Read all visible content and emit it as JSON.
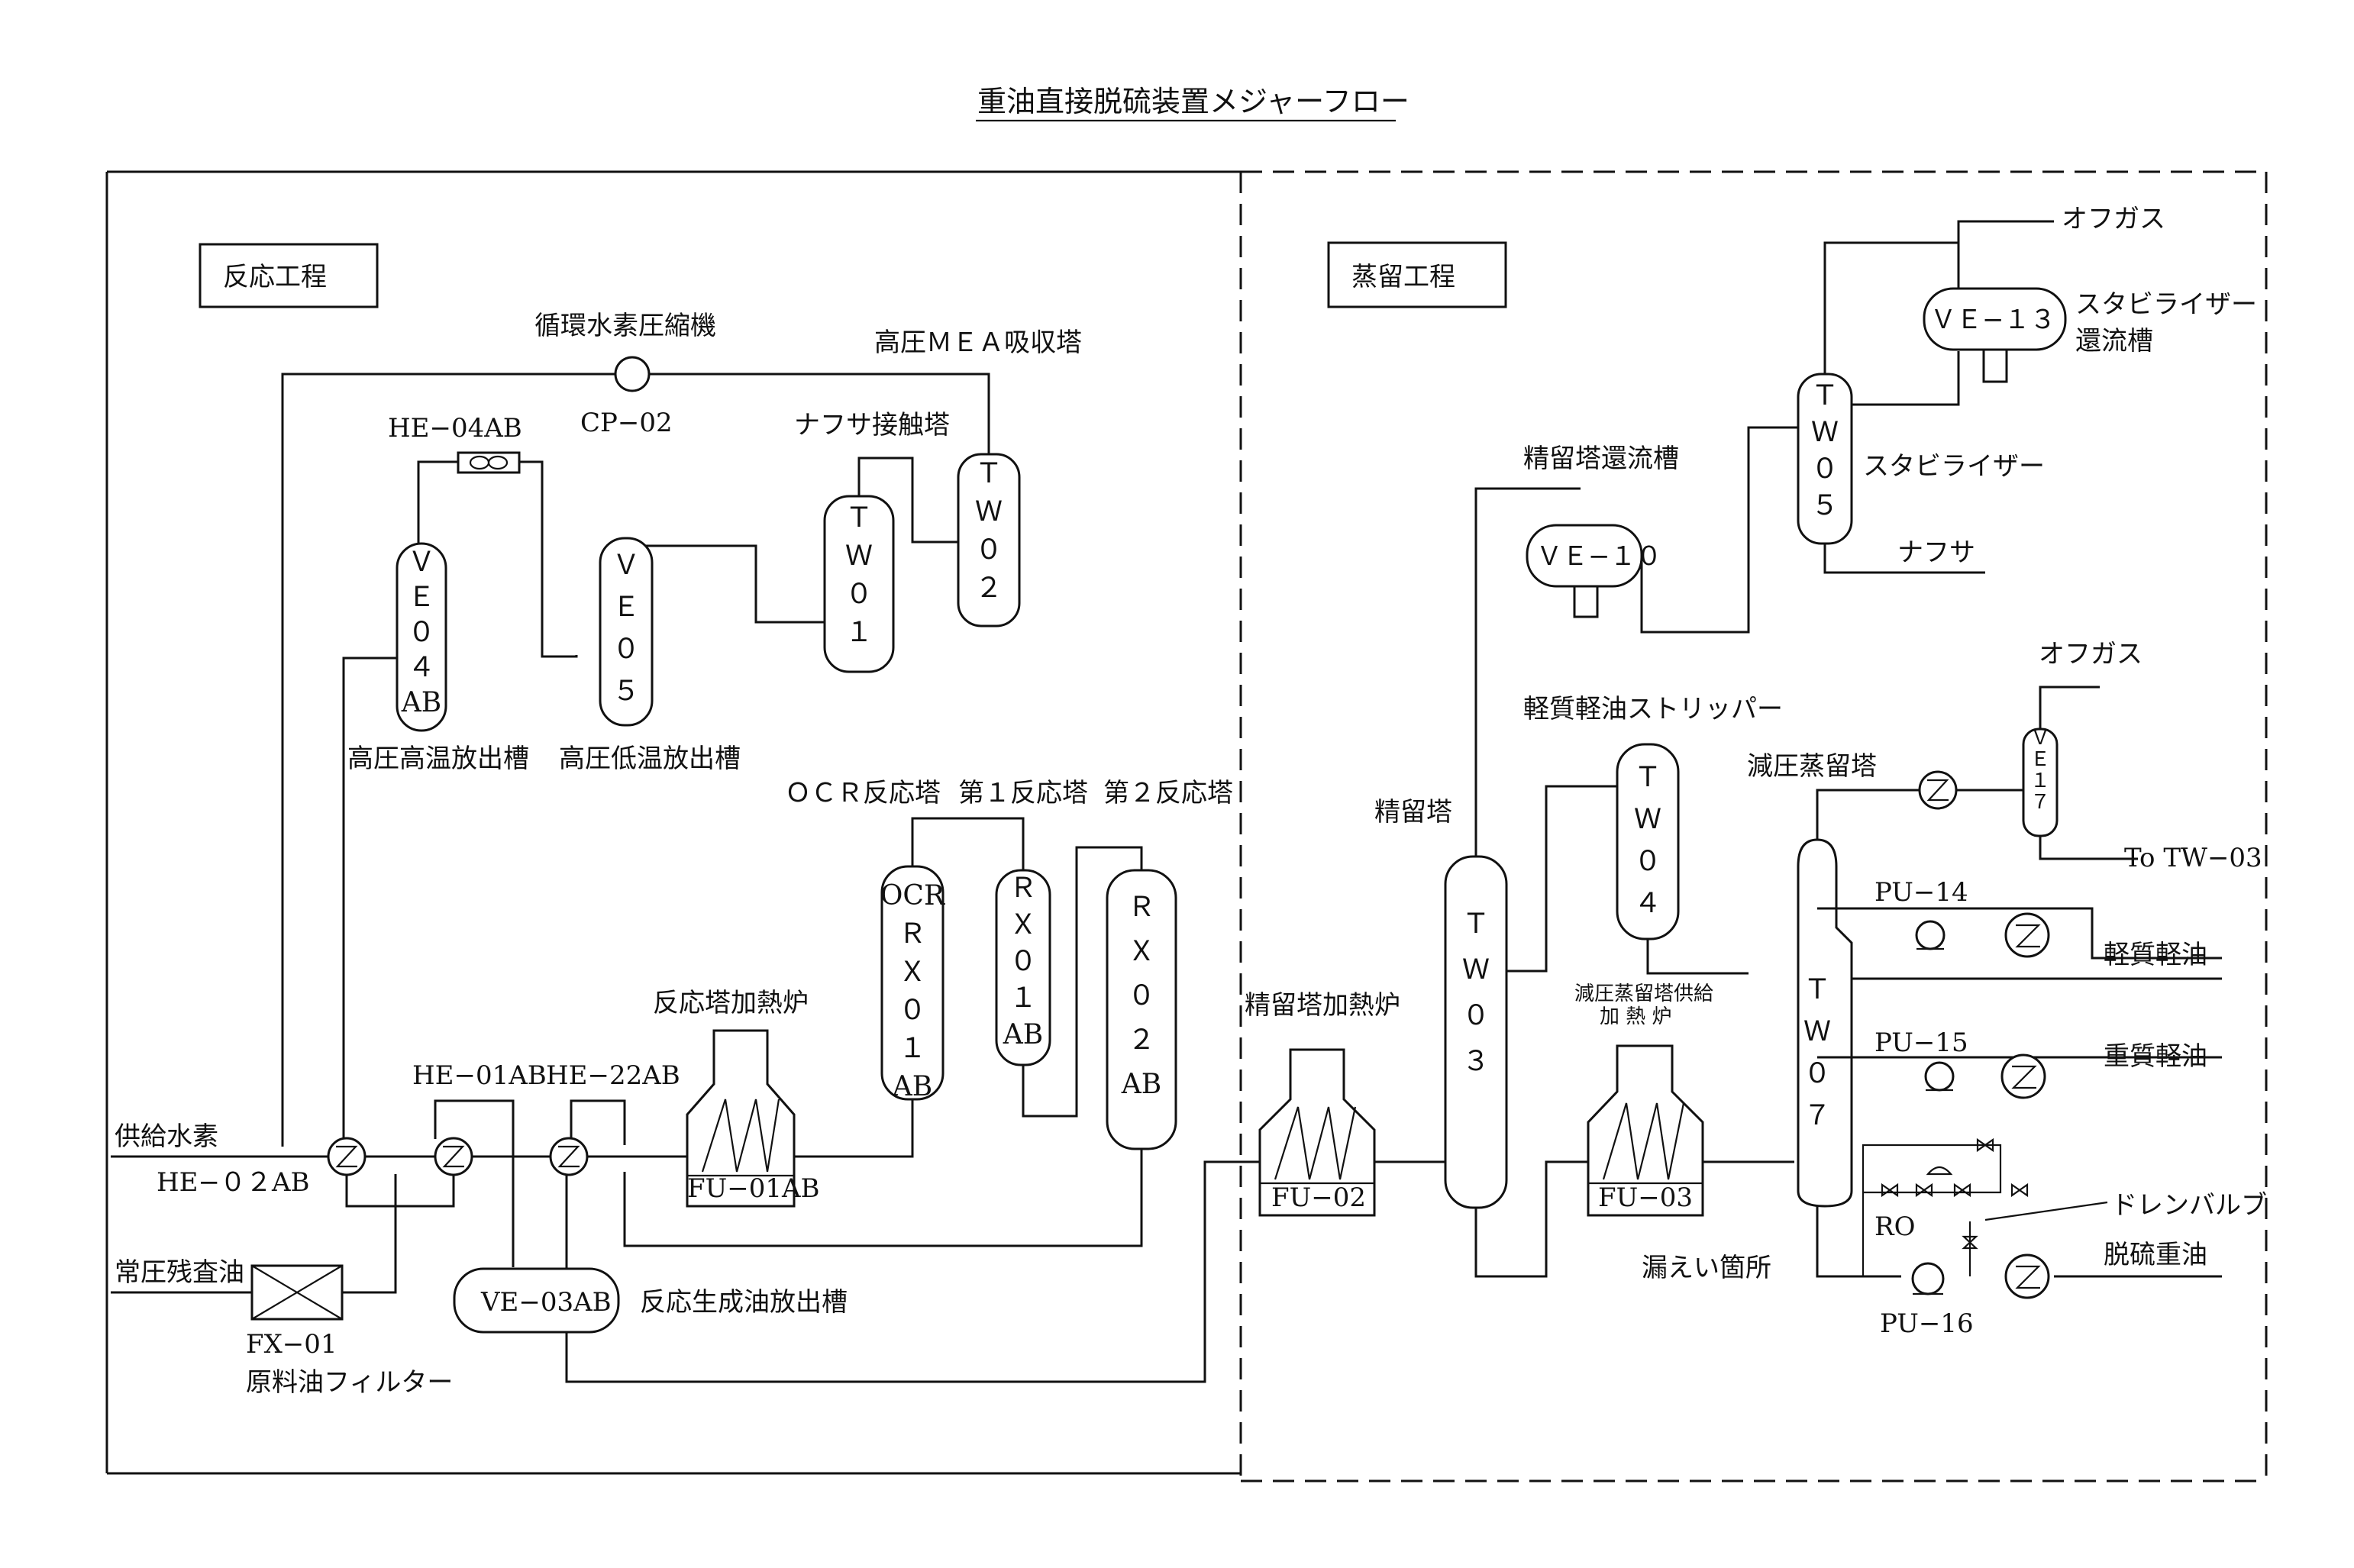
{
  "title": "重油直接脱硫装置メジャーフロー",
  "sections": {
    "reaction": "反応工程",
    "distillation": "蒸留工程"
  },
  "labels": {
    "cp02_name": "循環水素圧縮機",
    "cp02_tag": "CP−02",
    "he04_tag": "HE−04AB",
    "mea_name": "高圧ＭＥＡ吸収塔",
    "naphtha_contact": "ナフサ接触塔",
    "ve04_name": "高圧高温放出槽",
    "ve05_name": "高圧低温放出槽",
    "ocr_name": "ＯＣＲ反応塔",
    "rx1_name": "第１反応塔",
    "rx2_name": "第２反応塔",
    "reactor_heater": "反応塔加熱炉",
    "he01_tag": "HE−01AB",
    "he22_tag": "HE−22AB",
    "supply_h2": "供給水素",
    "he02_tag": "HE−０２AB",
    "atm_residue": "常圧残査油",
    "fx01_tag": "FX−01",
    "fx01_name": "原料油フィルター",
    "ve03_tag": "VE−03AB",
    "ve03_name": "反応生成油放出槽",
    "fu01_tag": "FU−01AB",
    "offgas1": "オフガス",
    "ve13_tag": "ＶＥ−１３",
    "stab_reflux_1": "スタビライザー",
    "stab_reflux_2": "還流槽",
    "rect_reflux": "精留塔還流槽",
    "stabilizer": "スタビライザー",
    "ve10_tag": "ＶＥ−１０",
    "naphtha": "ナフサ",
    "offgas2": "オフガス",
    "lgo_stripper": "軽質軽油ストリッパー",
    "vac_tower": "減圧蒸留塔",
    "to_tw03": "To TW−03",
    "rect_tower": "精留塔",
    "pu14": "PU−14",
    "light_gasoil": "軽質軽油",
    "rect_heater": "精留塔加熱炉",
    "vac_heater_1": "減圧蒸留塔供給",
    "vac_heater_2": "加 熱 炉",
    "pu15": "PU−15",
    "heavy_gasoil": "重質軽油",
    "fu02_tag": "FU−02",
    "fu03_tag": "FU−03",
    "drain_valve": "ドレンバルブ",
    "ro": "RO",
    "leak_point": "漏えい箇所",
    "desulf_oil": "脱硫重油",
    "pu16": "PU−16"
  },
  "vessels": {
    "tw01": [
      "Ｔ",
      "Ｗ",
      "０",
      "１"
    ],
    "tw02": [
      "Ｔ",
      "Ｗ",
      "０",
      "２"
    ],
    "ve04": [
      "Ｖ",
      "Ｅ",
      "０",
      "４",
      "AB"
    ],
    "ve05": [
      "Ｖ",
      "Ｅ",
      "０",
      "５"
    ],
    "ocr": [
      "OCR",
      "Ｒ",
      "Ｘ",
      "０",
      "１",
      "AB"
    ],
    "rx01": [
      "Ｒ",
      "Ｘ",
      "０",
      "１",
      "AB"
    ],
    "rx02": [
      "Ｒ",
      "Ｘ",
      "０",
      "２",
      "AB"
    ],
    "tw05": [
      "Ｔ",
      "Ｗ",
      "０",
      "５"
    ],
    "tw04": [
      "Ｔ",
      "Ｗ",
      "０",
      "４"
    ],
    "ve17": [
      "Ｖ",
      "Ｅ",
      "１",
      "７"
    ],
    "tw03": [
      "Ｔ",
      "Ｗ",
      "０",
      "３"
    ],
    "tw07": [
      "Ｔ",
      "Ｗ",
      "０",
      "７"
    ]
  }
}
